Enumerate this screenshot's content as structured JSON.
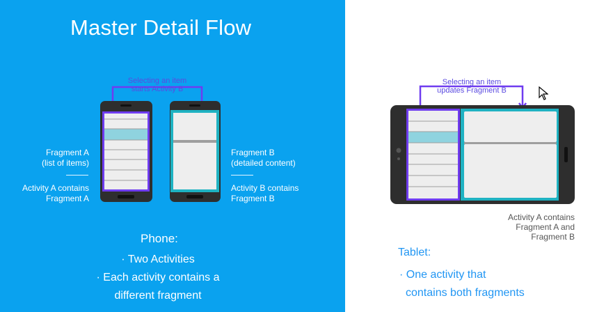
{
  "title": "Master Detail Flow",
  "phone_section": {
    "callout": [
      "Selecting an item",
      "starts Activity B"
    ],
    "fragment_a": [
      "Fragment A",
      "(list of items)"
    ],
    "activity_a": [
      "Activity A contains",
      "Fragment A"
    ],
    "fragment_b": [
      "Fragment B",
      "(detailed content)"
    ],
    "activity_b": [
      "Activity B contains",
      "Fragment B"
    ],
    "heading": "Phone:",
    "bullets": [
      "· Two Activities",
      "· Each activity contains a",
      "different fragment"
    ]
  },
  "tablet_section": {
    "callout": [
      "Selecting an item",
      "updates Fragment B"
    ],
    "note": [
      "Activity A contains",
      "Fragment A and",
      "Fragment B"
    ],
    "heading": "Tablet:",
    "bullets": [
      "· One activity that",
      "contains both fragments"
    ]
  },
  "colors": {
    "left_bg": "#0aa2ef",
    "purple": "#6f3cf0",
    "teal": "#1fb2c2",
    "device": "#2e2e2e",
    "highlight": "#8fd3df"
  },
  "icons": [
    "mouse-pointer-icon"
  ]
}
